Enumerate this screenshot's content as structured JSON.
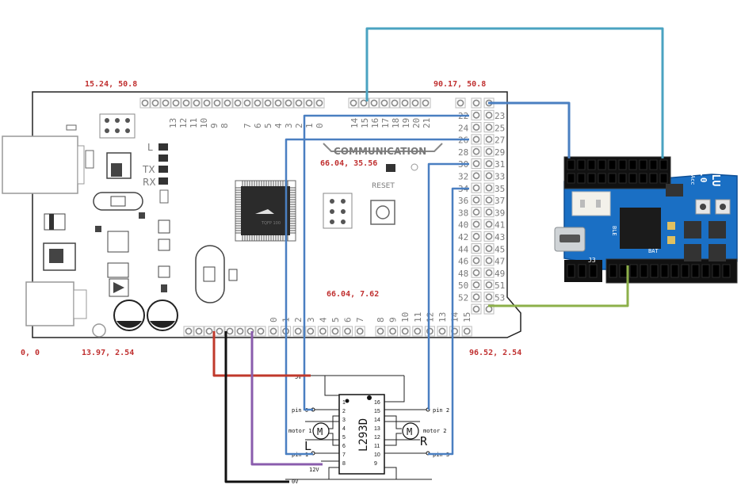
{
  "arduino": {
    "coords": {
      "top_left": "15.24, 50.8",
      "top_right": "90.17, 50.8",
      "middle_upper": "66.04, 35.56",
      "middle_lower": "66.04, 7.62",
      "origin": "0, 0",
      "bottom_left2": "13.97, 2.54",
      "bottom_right": "96.52, 2.54"
    },
    "silk": {
      "communication": "COMMUNICATION",
      "reset": "RESET",
      "led_l": "L",
      "led_tx": "TX",
      "led_rx": "RX",
      "mcu_mark": "TQFP 100"
    },
    "top_pins_left": [
      "13",
      "12",
      "11",
      "10",
      "9",
      "8"
    ],
    "top_pins_mid": [
      "7",
      "6",
      "5",
      "4",
      "3",
      "2",
      "1",
      "0"
    ],
    "top_pins_right": [
      "14",
      "15",
      "16",
      "17",
      "18",
      "19",
      "20",
      "21"
    ],
    "right_pins_left": [
      "22",
      "24",
      "26",
      "28",
      "30",
      "32",
      "34",
      "36",
      "38",
      "40",
      "42",
      "44",
      "46",
      "48",
      "50",
      "52"
    ],
    "right_pins_right": [
      "23",
      "25",
      "27",
      "29",
      "31",
      "33",
      "35",
      "37",
      "39",
      "41",
      "43",
      "45",
      "47",
      "49",
      "51",
      "53"
    ],
    "bottom_pins_analog_a": [
      "0",
      "1",
      "2",
      "3",
      "4",
      "5",
      "6",
      "7"
    ],
    "bottom_pins_analog_b": [
      "8",
      "9",
      "10",
      "11",
      "12",
      "13",
      "14",
      "15"
    ]
  },
  "oblu": {
    "name": "OBLU",
    "version": "v1.0",
    "subtitle": "Gyr/Acc",
    "label_j3": "J3",
    "label_ble": "BLE",
    "label_bat": "BAT"
  },
  "driver": {
    "chip": "L293D",
    "pins_left": [
      "1",
      "2",
      "3",
      "4",
      "5",
      "6",
      "7",
      "8"
    ],
    "pins_right": [
      "16",
      "15",
      "14",
      "13",
      "12",
      "11",
      "10",
      "9"
    ],
    "label_5v": "5V",
    "label_pin0": "pin 0",
    "label_pin1": "pin 1",
    "label_motor1": "motor 1",
    "label_motor2": "motor 2",
    "label_pin2": "pin 2",
    "label_pin3": "pin 3",
    "label_12v": "12V",
    "label_0v": "0V",
    "motor_symbol": "M",
    "motor_left": "L",
    "motor_right": "R"
  },
  "colors": {
    "wire_cyan": "#4aa3c1",
    "wire_blue": "#4a7fc1",
    "wire_green": "#8db04a",
    "wire_red": "#c0392b",
    "wire_purple": "#8a5cad",
    "wire_black": "#111111",
    "coord_red": "#c03030",
    "board_outline": "#222222",
    "oblu_blue": "#1a6fc4"
  }
}
